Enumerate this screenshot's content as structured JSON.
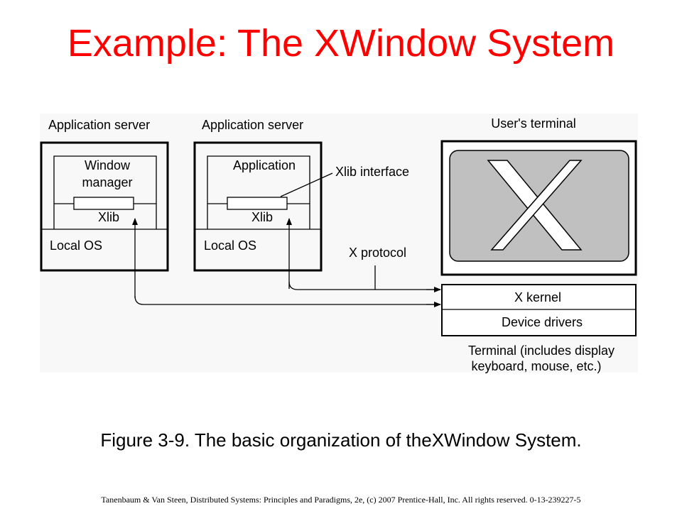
{
  "title": "Example: The XWindow System",
  "diagram": {
    "server1": {
      "label": "Application server",
      "top_label_line1": "Window",
      "top_label_line2": "manager",
      "lib_label": "Xlib",
      "os_label": "Local OS"
    },
    "server2": {
      "label": "Application server",
      "top_label": "Application",
      "lib_label": "Xlib",
      "os_label": "Local OS"
    },
    "xlib_interface_label": "Xlib interface",
    "x_protocol_label": "X protocol",
    "terminal": {
      "label": "User's terminal",
      "kernel_label": "X kernel",
      "drivers_label": "Device drivers",
      "caption_line1": "Terminal (includes display",
      "caption_line2": "keyboard, mouse, etc.)"
    }
  },
  "caption": "Figure 3-9. The basic organization of theXWindow System.",
  "footer": "Tanenbaum & Van Steen, Distributed Systems: Principles and Paradigms, 2e, (c) 2007 Prentice-Hall, Inc. All rights reserved. 0-13-239227-5"
}
